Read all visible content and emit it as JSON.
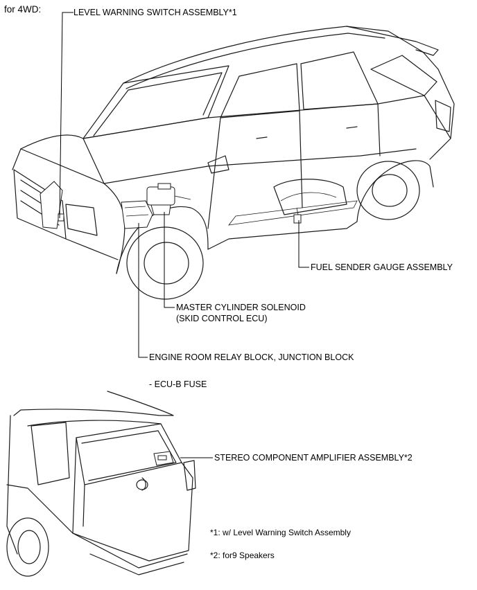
{
  "header": {
    "title": "for 4WD:"
  },
  "labels": {
    "level_warning_switch": "LEVEL WARNING SWITCH ASSEMBLY*1",
    "fuel_sender_gauge": "FUEL SENDER GAUGE ASSEMBLY",
    "master_cylinder_solenoid": "MASTER CYLINDER SOLENOID",
    "skid_control_ecu": "(SKID CONTROL ECU)",
    "engine_room_relay_block": "ENGINE ROOM RELAY BLOCK, JUNCTION BLOCK",
    "ecu_b_fuse": "- ECU-B FUSE",
    "stereo_amplifier": "STEREO COMPONENT AMPLIFIER ASSEMBLY*2"
  },
  "footnotes": {
    "note1": "*1: w/ Level Warning Switch Assembly",
    "note2": "*2: for9 Speakers"
  }
}
